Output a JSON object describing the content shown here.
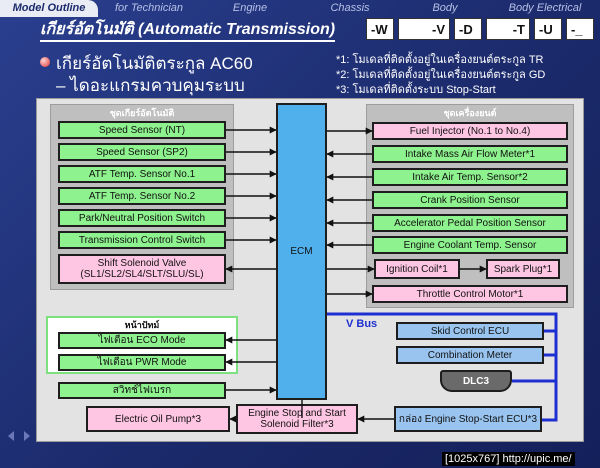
{
  "nav": {
    "items": [
      "Model Outline",
      "for Technician",
      "Engine",
      "Chassis",
      "Body",
      "Body Electrical"
    ]
  },
  "title": "เกียร์อัตโนมัติ (Automatic Transmission)",
  "codes": [
    "-W",
    "-V",
    "-D",
    "-T",
    "-U",
    "-_"
  ],
  "heading": {
    "line1": "เกียร์อัตโนมัติตระกูล AC60",
    "line2": "–  ไดอะแกรมควบคุมระบบ"
  },
  "notes": [
    "*1: โมเดลที่ติดตั้งอยู่ในเครื่องยนต์ตระกูล TR",
    "*2: โมเดลที่ติดตั้งอยู่ในเครื่องยนต์ตระกูล GD",
    "*3: โมเดลที่ติดตั้งระบบ Stop-Start"
  ],
  "diagram": {
    "left_panel_title": "ชุดเกียร์อัตโนมัติ",
    "right_panel_title": "ชุดเครื่องยนต์",
    "meter_panel_title": "หน้าปัทม์",
    "left_inputs": [
      "Speed Sensor (NT)",
      "Speed Sensor (SP2)",
      "ATF Temp. Sensor No.1",
      "ATF Temp. Sensor No.2",
      "Park/Neutral Position Switch",
      "Transmission Control Switch"
    ],
    "solenoid": {
      "line1": "Shift Solenoid Valve",
      "line2": "(SL1/SL2/SL4/SLT/SLU/SL)"
    },
    "ecm": "ECM",
    "fuel_injector": "Fuel Injector (No.1 to No.4)",
    "right_sensors": [
      "Intake Mass Air Flow Meter*1",
      "Intake Air Temp. Sensor*2",
      "Crank Position Sensor",
      "Accelerator Pedal Position Sensor",
      "Engine Coolant Temp. Sensor"
    ],
    "ignition_coil": "Ignition Coil*1",
    "spark_plug": "Spark Plug*1",
    "throttle": "Throttle Control Motor*1",
    "vbus": "V Bus",
    "skid_ecu": "Skid Control ECU",
    "combination_meter": "Combination Meter",
    "eco_mode": "ไฟเตือน ECO Mode",
    "pwr_mode": "ไฟเตือน PWR Mode",
    "brake_switch": "สวิทช์ไฟเบรก",
    "dlc3": "DLC3",
    "electric_oil_pump": "Electric Oil Pump*3",
    "solenoid_filter": {
      "line1": "Engine Stop and Start",
      "line2": "Solenoid Filter*3"
    },
    "stop_start_ecu": "กล่อง Engine Stop-Start ECU*3"
  },
  "footer": "[1025x767] http://upic.me/",
  "colors": {
    "background": "#1b2a6b",
    "input_green": "#8ef28e",
    "engine_pink": "#ffc6e4",
    "bus_blue": "#99c4ef",
    "ecm_blue": "#4fb0ec",
    "vbus_line": "#1d2fd0"
  }
}
